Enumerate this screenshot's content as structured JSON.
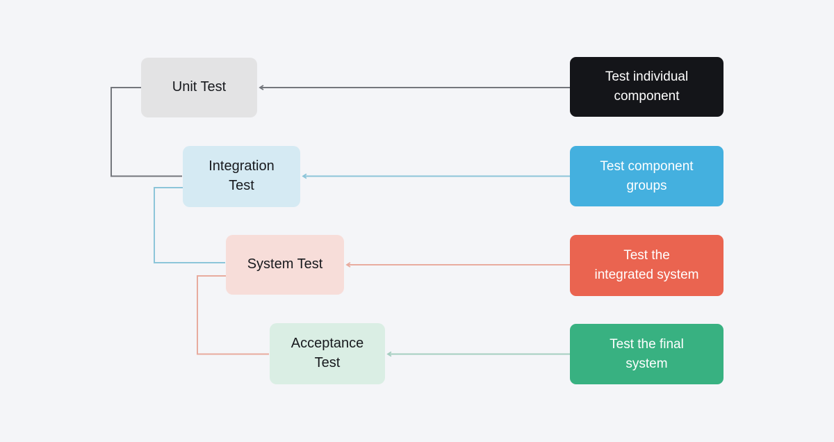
{
  "diagram": {
    "background_color": "#f4f5f8",
    "levels": [
      {
        "label": "Unit Test",
        "label_lines": [
          "Unit Test"
        ],
        "description": "Test individual component",
        "description_lines": [
          "Test individual",
          "component"
        ],
        "node_color": "#e3e3e4",
        "node_text_color": "#17191d",
        "card_color": "#141519",
        "card_text_color": "#ffffff",
        "line_color": "#73767c"
      },
      {
        "label": "Integration Test",
        "label_lines": [
          "Integration",
          "Test"
        ],
        "description": "Test component groups",
        "description_lines": [
          "Test component",
          "groups"
        ],
        "node_color": "#d5eaf3",
        "node_text_color": "#17191d",
        "card_color": "#44b0df",
        "card_text_color": "#ffffff",
        "line_color": "#8cc5d9"
      },
      {
        "label": "System Test",
        "label_lines": [
          "System Test"
        ],
        "description": "Test the integrated system",
        "description_lines": [
          "Test the",
          "integrated system"
        ],
        "node_color": "#f7ddd9",
        "node_text_color": "#17191d",
        "card_color": "#ea6450",
        "card_text_color": "#ffffff",
        "line_color": "#e8ab9e"
      },
      {
        "label": "Acceptance Test",
        "label_lines": [
          "Acceptance",
          "Test"
        ],
        "description": "Test the final system",
        "description_lines": [
          "Test the final",
          "system"
        ],
        "node_color": "#daeee4",
        "node_text_color": "#17191d",
        "card_color": "#38b181",
        "card_text_color": "#ffffff",
        "line_color": "#a5cec0"
      }
    ]
  }
}
